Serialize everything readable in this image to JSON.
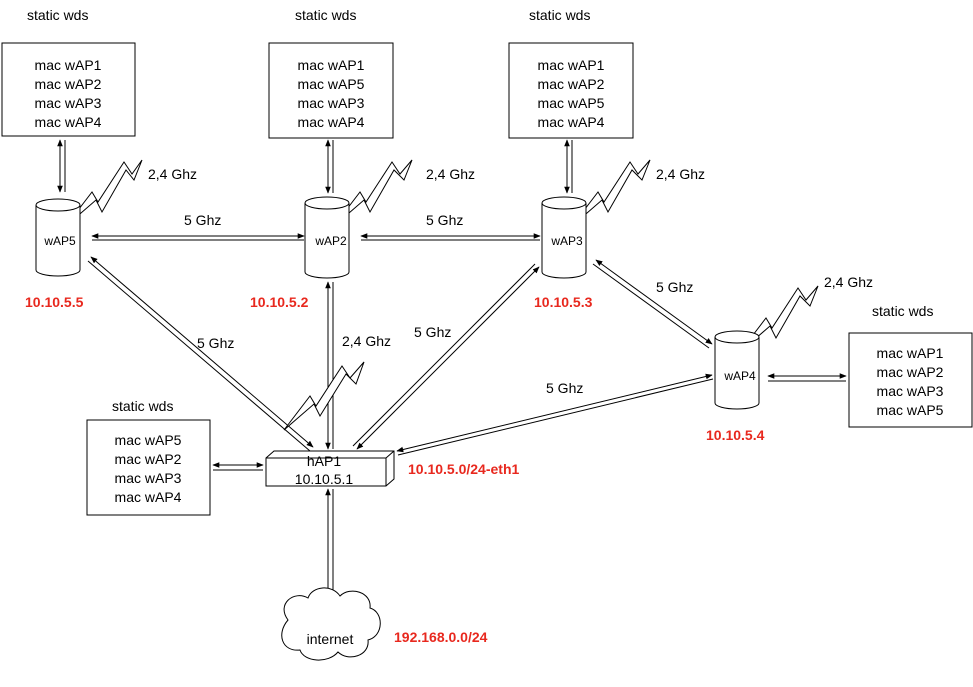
{
  "colors": {
    "accent": "#e8281e",
    "stroke": "#000000"
  },
  "static_wds": {
    "title": "static wds",
    "wap5_list": [
      "mac wAP1",
      "mac wAP2",
      "mac wAP3",
      "mac wAP4"
    ],
    "wap2_list": [
      "mac wAP1",
      "mac wAP5",
      "mac wAP3",
      "mac wAP4"
    ],
    "wap3_list": [
      "mac wAP1",
      "mac wAP2",
      "mac wAP5",
      "mac wAP4"
    ],
    "wap4_list": [
      "mac wAP1",
      "mac wAP2",
      "mac wAP3",
      "mac wAP5"
    ],
    "hap1_list": [
      "mac wAP5",
      "mac wAP2",
      "mac wAP3",
      "mac wAP4"
    ]
  },
  "nodes": {
    "wap5": {
      "name": "wAP5",
      "ip": "10.10.5.5"
    },
    "wap2": {
      "name": "wAP2",
      "ip": "10.10.5.2"
    },
    "wap3": {
      "name": "wAP3",
      "ip": "10.10.5.3"
    },
    "wap4": {
      "name": "wAP4",
      "ip": "10.10.5.4"
    },
    "hap1": {
      "name": "hAP1",
      "ip": "10.10.5.1",
      "net": "10.10.5.0/24-eth1"
    },
    "internet": {
      "name": "internet",
      "net": "192.168.0.0/24"
    }
  },
  "links": {
    "band_24": "2,4 Ghz",
    "band_5": "5 Ghz"
  }
}
